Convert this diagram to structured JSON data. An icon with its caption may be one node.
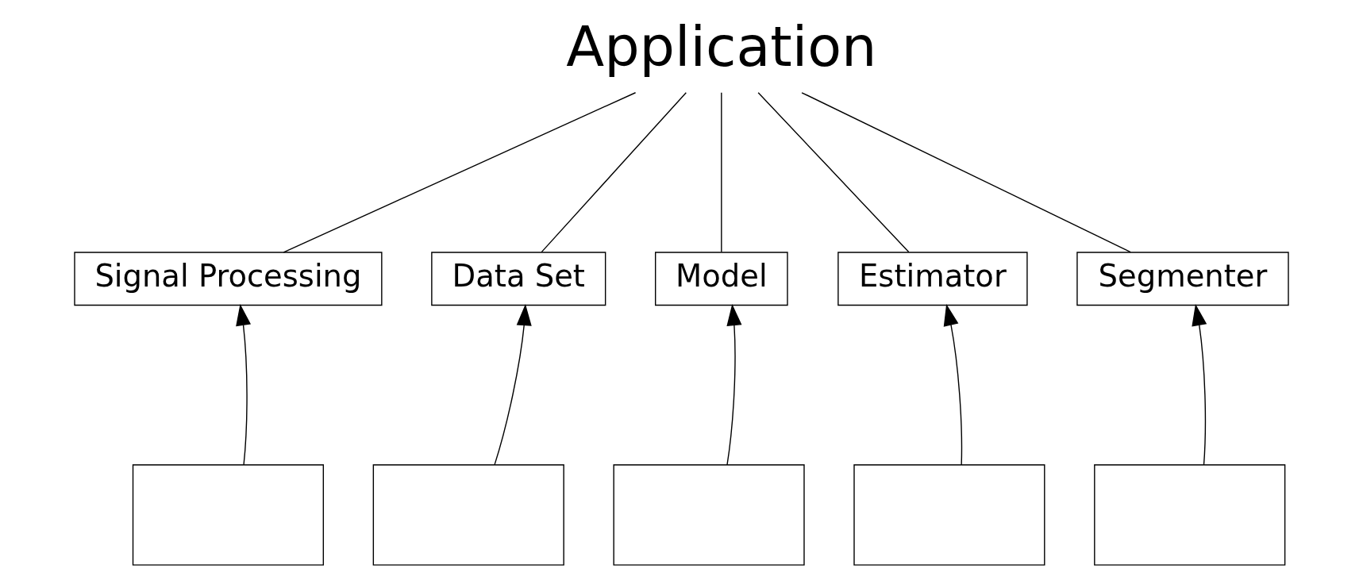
{
  "diagram": {
    "nodes": [
      {
        "text": [
          "Application"
        ]
      },
      {
        "text": [
          "Signal Processing"
        ]
      },
      {
        "text": [
          "Data Set"
        ]
      },
      {
        "text": [
          "Model"
        ]
      },
      {
        "text": [
          "Estimator"
        ]
      },
      {
        "text": [
          "Segmenter"
        ]
      },
      {
        "text": [],
        "shape": "box"
      },
      {
        "text": [],
        "shape": "box"
      },
      {
        "text": [],
        "shape": "box"
      },
      {
        "text": [],
        "shape": "box"
      },
      {
        "text": [],
        "shape": "box"
      }
    ],
    "edges": [
      {
        "from": 0,
        "to": 1,
        "arrow": "none"
      },
      {
        "from": 0,
        "to": 2,
        "arrow": "none"
      },
      {
        "from": 0,
        "to": 3,
        "arrow": "none"
      },
      {
        "from": 0,
        "to": 4,
        "arrow": "none"
      },
      {
        "from": 0,
        "to": 5,
        "arrow": "none"
      },
      {
        "from": 6,
        "to": 1,
        "arrow": "to"
      },
      {
        "from": 7,
        "to": 2,
        "arrow": "to"
      },
      {
        "from": 8,
        "to": 3,
        "arrow": "to"
      },
      {
        "from": 9,
        "to": 4,
        "arrow": "to"
      },
      {
        "from": 10,
        "to": 5,
        "arrow": "to"
      }
    ]
  }
}
